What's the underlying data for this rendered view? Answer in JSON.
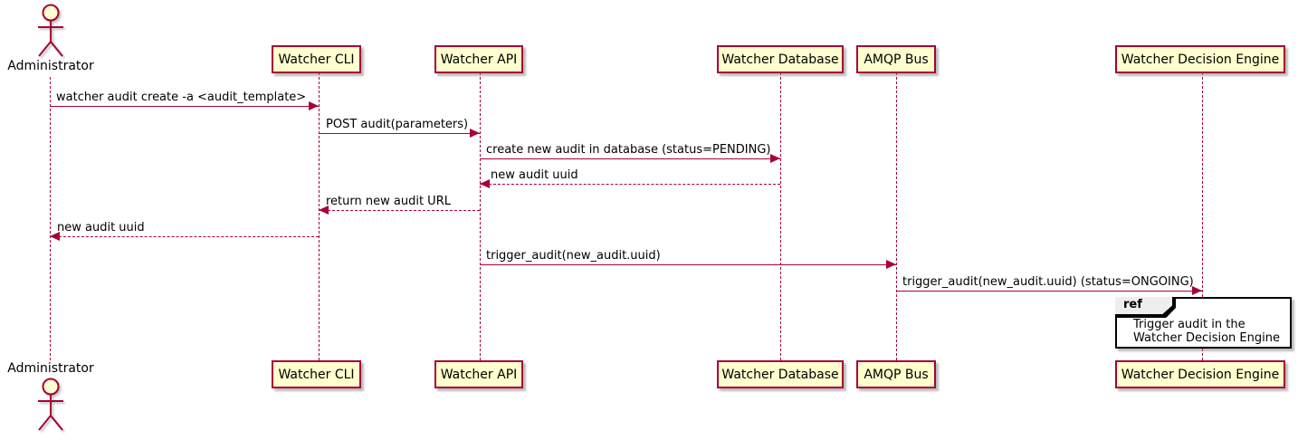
{
  "diagram_type": "uml-sequence-diagram",
  "actor": {
    "label": "Administrator"
  },
  "participants": [
    {
      "label": "Watcher CLI"
    },
    {
      "label": "Watcher API"
    },
    {
      "label": "Watcher Database"
    },
    {
      "label": "AMQP Bus"
    },
    {
      "label": "Watcher Decision Engine"
    }
  ],
  "messages": [
    {
      "text": "watcher audit create -a <audit_template>",
      "from": "Administrator",
      "to": "Watcher CLI",
      "line": "solid"
    },
    {
      "text": "POST audit(parameters)",
      "from": "Watcher CLI",
      "to": "Watcher API",
      "line": "solid"
    },
    {
      "text": "create new audit in database (status=PENDING)",
      "from": "Watcher API",
      "to": "Watcher Database",
      "line": "solid"
    },
    {
      "text": "new audit uuid",
      "from": "Watcher Database",
      "to": "Watcher API",
      "line": "dashed"
    },
    {
      "text": "return new audit URL",
      "from": "Watcher API",
      "to": "Watcher CLI",
      "line": "dashed"
    },
    {
      "text": "new audit uuid",
      "from": "Watcher CLI",
      "to": "Administrator",
      "line": "dashed"
    },
    {
      "text": "trigger_audit(new_audit.uuid)",
      "from": "Watcher API",
      "to": "AMQP Bus",
      "line": "solid"
    },
    {
      "text": "trigger_audit(new_audit.uuid) (status=ONGOING)",
      "from": "AMQP Bus",
      "to": "Watcher Decision Engine",
      "line": "solid"
    }
  ],
  "ref_fragment": {
    "keyword": "ref",
    "over": "Watcher Decision Engine",
    "lines": [
      "Trigger audit in the",
      "Watcher Decision Engine"
    ]
  },
  "colors": {
    "background": "#FFFFFF",
    "participant_fill": "#FEFECE",
    "accent_line": "#A80036",
    "text": "#000000",
    "ref_border": "#000000",
    "ref_header_fill": "#EEEEEE"
  }
}
